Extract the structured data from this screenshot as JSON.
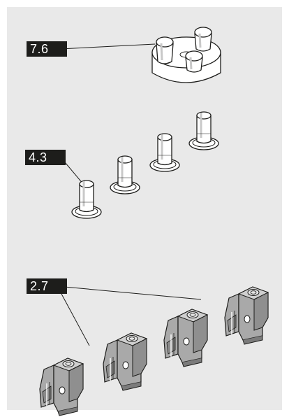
{
  "callouts": {
    "a": "7.6",
    "b": "4.3",
    "c": "2.7"
  },
  "colors": {
    "panel_background": "#e9e9e9",
    "label_background": "#1d1d1b",
    "label_text": "#ffffff",
    "part_fill": "#ffffff",
    "part_gray": "#a9a9a9",
    "outline": "#1d1d1b"
  },
  "icons": {
    "part_76": "knob-base-with-three-pegs-icon",
    "part_43": "flanged-pin-icon",
    "part_27": "clamp-bracket-icon"
  }
}
